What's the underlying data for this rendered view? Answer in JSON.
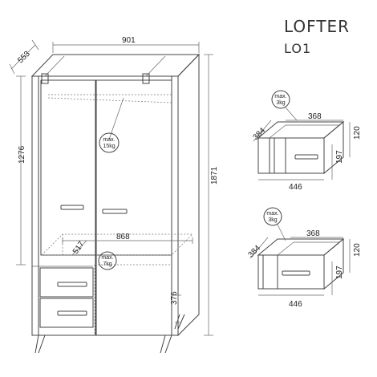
{
  "header": {
    "brand": "LOFTER",
    "model": "LO1"
  },
  "wardrobe": {
    "width": "901",
    "depth": "553",
    "height": "1871",
    "upper_height": "1276",
    "shelf_width": "868",
    "shelf_depth": "517",
    "lower_height": "376",
    "rail_load": {
      "line1": "max.",
      "line2": "15kg"
    },
    "shelf_load": {
      "line1": "max.",
      "line2": "7kg"
    }
  },
  "drawer_top": {
    "width": "368",
    "depth": "384",
    "height": "120",
    "inner_height": "197",
    "outer_width": "446",
    "load": {
      "line1": "max.",
      "line2": "3kg"
    }
  },
  "drawer_bottom": {
    "width": "368",
    "depth": "384",
    "height": "120",
    "inner_height": "197",
    "outer_width": "446",
    "load": {
      "line1": "max.",
      "line2": "3kg"
    }
  }
}
